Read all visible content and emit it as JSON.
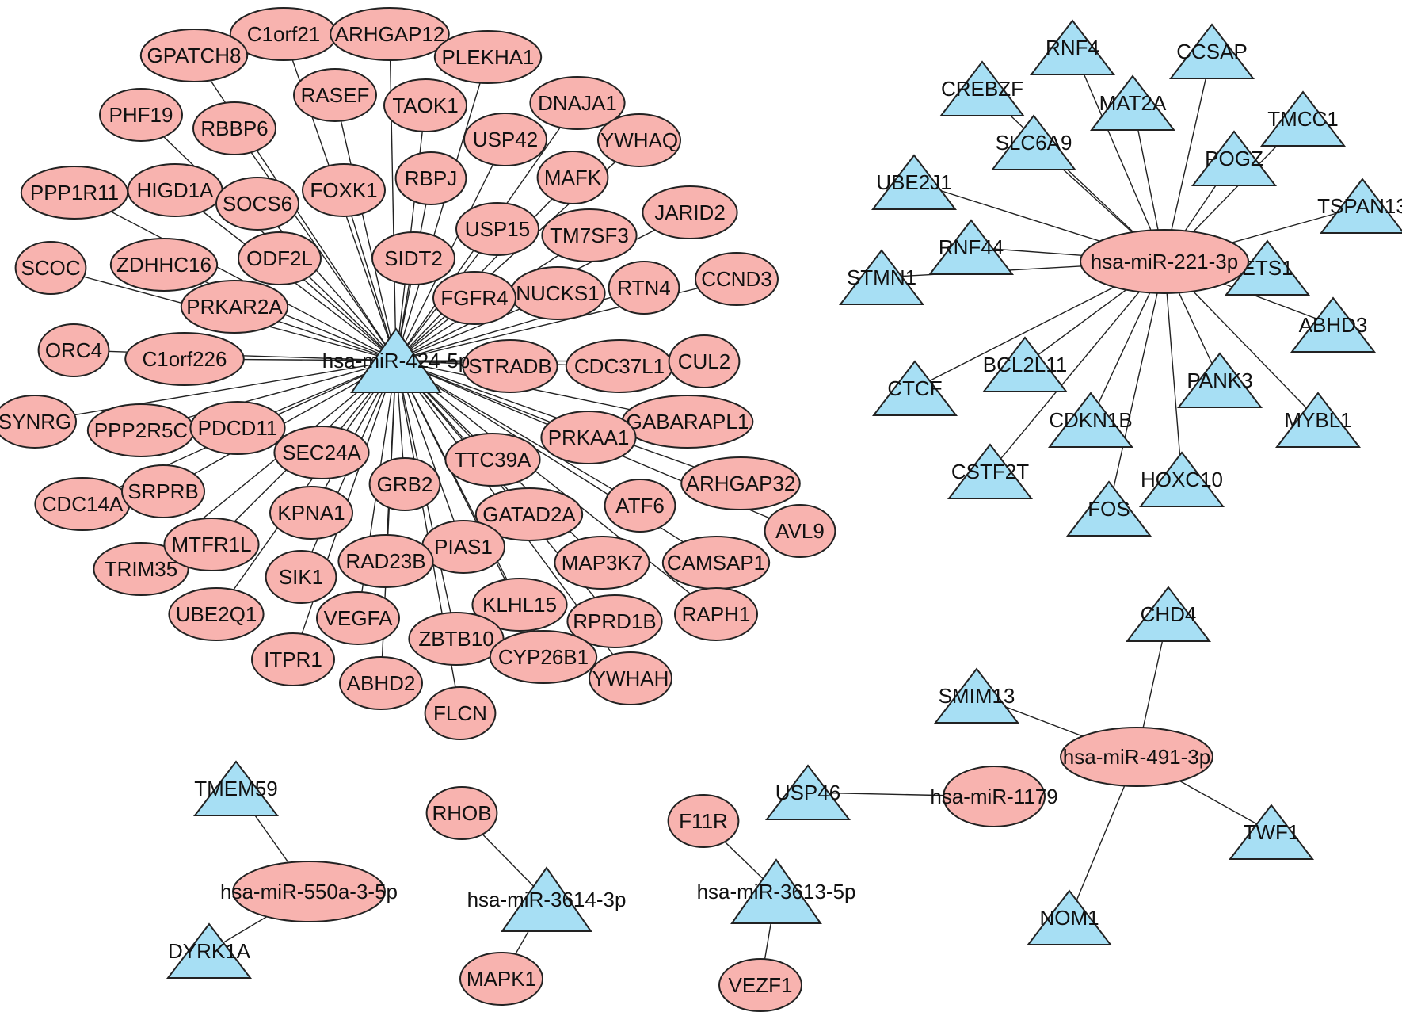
{
  "style": {
    "ellipse_fill": "#f8b3af",
    "triangle_fill": "#a7dff4",
    "stroke": "#222222",
    "edge": "#222222"
  },
  "nodes": [
    {
      "id": "m424",
      "label": "hsa-miR-424-5p",
      "shape": "triangle"
    },
    {
      "id": "m221",
      "label": "hsa-miR-221-3p",
      "shape": "ellipse"
    },
    {
      "id": "m491",
      "label": "hsa-miR-491-3p",
      "shape": "ellipse"
    },
    {
      "id": "m1179",
      "label": "hsa-miR-1179",
      "shape": "ellipse"
    },
    {
      "id": "m550",
      "label": "hsa-miR-550a-3-5p",
      "shape": "ellipse"
    },
    {
      "id": "m3614",
      "label": "hsa-miR-3614-3p",
      "shape": "triangle"
    },
    {
      "id": "m3613",
      "label": "hsa-miR-3613-5p",
      "shape": "triangle"
    },
    {
      "id": "C1orf21",
      "label": "C1orf21",
      "shape": "ellipse"
    },
    {
      "id": "ARHGAP12",
      "label": "ARHGAP12",
      "shape": "ellipse"
    },
    {
      "id": "GPATCH8",
      "label": "GPATCH8",
      "shape": "ellipse"
    },
    {
      "id": "PLEKHA1",
      "label": "PLEKHA1",
      "shape": "ellipse"
    },
    {
      "id": "PHF19",
      "label": "PHF19",
      "shape": "ellipse"
    },
    {
      "id": "RASEF",
      "label": "RASEF",
      "shape": "ellipse"
    },
    {
      "id": "TAOK1",
      "label": "TAOK1",
      "shape": "ellipse"
    },
    {
      "id": "DNAJA1",
      "label": "DNAJA1",
      "shape": "ellipse"
    },
    {
      "id": "RBBP6",
      "label": "RBBP6",
      "shape": "ellipse"
    },
    {
      "id": "USP42",
      "label": "USP42",
      "shape": "ellipse"
    },
    {
      "id": "YWHAQ",
      "label": "YWHAQ",
      "shape": "ellipse"
    },
    {
      "id": "PPP1R11",
      "label": "PPP1R11",
      "shape": "ellipse"
    },
    {
      "id": "HIGD1A",
      "label": "HIGD1A",
      "shape": "ellipse"
    },
    {
      "id": "SOCS6",
      "label": "SOCS6",
      "shape": "ellipse"
    },
    {
      "id": "FOXK1",
      "label": "FOXK1",
      "shape": "ellipse"
    },
    {
      "id": "RBPJ",
      "label": "RBPJ",
      "shape": "ellipse"
    },
    {
      "id": "MAFK",
      "label": "MAFK",
      "shape": "ellipse"
    },
    {
      "id": "JARID2",
      "label": "JARID2",
      "shape": "ellipse"
    },
    {
      "id": "USP15",
      "label": "USP15",
      "shape": "ellipse"
    },
    {
      "id": "TM7SF3",
      "label": "TM7SF3",
      "shape": "ellipse"
    },
    {
      "id": "SCOC",
      "label": "SCOC",
      "shape": "ellipse"
    },
    {
      "id": "ZDHHC16",
      "label": "ZDHHC16",
      "shape": "ellipse"
    },
    {
      "id": "ODF2L",
      "label": "ODF2L",
      "shape": "ellipse"
    },
    {
      "id": "SIDT2",
      "label": "SIDT2",
      "shape": "ellipse"
    },
    {
      "id": "CCND3",
      "label": "CCND3",
      "shape": "ellipse"
    },
    {
      "id": "RTN4",
      "label": "RTN4",
      "shape": "ellipse"
    },
    {
      "id": "NUCKS1",
      "label": "NUCKS1",
      "shape": "ellipse"
    },
    {
      "id": "FGFR4",
      "label": "FGFR4",
      "shape": "ellipse"
    },
    {
      "id": "PRKAR2A",
      "label": "PRKAR2A",
      "shape": "ellipse"
    },
    {
      "id": "ORC4",
      "label": "ORC4",
      "shape": "ellipse"
    },
    {
      "id": "C1orf226",
      "label": "C1orf226",
      "shape": "ellipse"
    },
    {
      "id": "STRADB",
      "label": "STRADB",
      "shape": "ellipse"
    },
    {
      "id": "CDC37L1",
      "label": "CDC37L1",
      "shape": "ellipse"
    },
    {
      "id": "CUL2",
      "label": "CUL2",
      "shape": "ellipse"
    },
    {
      "id": "SYNRG",
      "label": "SYNRG",
      "shape": "ellipse"
    },
    {
      "id": "PPP2R5C",
      "label": "PPP2R5C",
      "shape": "ellipse"
    },
    {
      "id": "PDCD11",
      "label": "PDCD11",
      "shape": "ellipse"
    },
    {
      "id": "SEC24A",
      "label": "SEC24A",
      "shape": "ellipse"
    },
    {
      "id": "GABARAPL1",
      "label": "GABARAPL1",
      "shape": "ellipse"
    },
    {
      "id": "PRKAA1",
      "label": "PRKAA1",
      "shape": "ellipse"
    },
    {
      "id": "TTC39A",
      "label": "TTC39A",
      "shape": "ellipse"
    },
    {
      "id": "CDC14A",
      "label": "CDC14A",
      "shape": "ellipse"
    },
    {
      "id": "SRPRB",
      "label": "SRPRB",
      "shape": "ellipse"
    },
    {
      "id": "GRB2",
      "label": "GRB2",
      "shape": "ellipse"
    },
    {
      "id": "ARHGAP32",
      "label": "ARHGAP32",
      "shape": "ellipse"
    },
    {
      "id": "KPNA1",
      "label": "KPNA1",
      "shape": "ellipse"
    },
    {
      "id": "GATAD2A",
      "label": "GATAD2A",
      "shape": "ellipse"
    },
    {
      "id": "ATF6",
      "label": "ATF6",
      "shape": "ellipse"
    },
    {
      "id": "AVL9",
      "label": "AVL9",
      "shape": "ellipse"
    },
    {
      "id": "TRIM35",
      "label": "TRIM35",
      "shape": "ellipse"
    },
    {
      "id": "MTFR1L",
      "label": "MTFR1L",
      "shape": "ellipse"
    },
    {
      "id": "PIAS1",
      "label": "PIAS1",
      "shape": "ellipse"
    },
    {
      "id": "RAD23B",
      "label": "RAD23B",
      "shape": "ellipse"
    },
    {
      "id": "MAP3K7",
      "label": "MAP3K7",
      "shape": "ellipse"
    },
    {
      "id": "CAMSAP1",
      "label": "CAMSAP1",
      "shape": "ellipse"
    },
    {
      "id": "SIK1",
      "label": "SIK1",
      "shape": "ellipse"
    },
    {
      "id": "UBE2Q1",
      "label": "UBE2Q1",
      "shape": "ellipse"
    },
    {
      "id": "VEGFA",
      "label": "VEGFA",
      "shape": "ellipse"
    },
    {
      "id": "KLHL15",
      "label": "KLHL15",
      "shape": "ellipse"
    },
    {
      "id": "RPRD1B",
      "label": "RPRD1B",
      "shape": "ellipse"
    },
    {
      "id": "RAPH1",
      "label": "RAPH1",
      "shape": "ellipse"
    },
    {
      "id": "ZBTB10",
      "label": "ZBTB10",
      "shape": "ellipse"
    },
    {
      "id": "ITPR1",
      "label": "ITPR1",
      "shape": "ellipse"
    },
    {
      "id": "CYP26B1",
      "label": "CYP26B1",
      "shape": "ellipse"
    },
    {
      "id": "ABHD2",
      "label": "ABHD2",
      "shape": "ellipse"
    },
    {
      "id": "YWHAH",
      "label": "YWHAH",
      "shape": "ellipse"
    },
    {
      "id": "FLCN",
      "label": "FLCN",
      "shape": "ellipse"
    },
    {
      "id": "RNF4",
      "label": "RNF4",
      "shape": "triangle"
    },
    {
      "id": "CCSAP",
      "label": "CCSAP",
      "shape": "triangle"
    },
    {
      "id": "CREBZF",
      "label": "CREBZF",
      "shape": "triangle"
    },
    {
      "id": "MAT2A",
      "label": "MAT2A",
      "shape": "triangle"
    },
    {
      "id": "TMCC1",
      "label": "TMCC1",
      "shape": "triangle"
    },
    {
      "id": "SLC6A9",
      "label": "SLC6A9",
      "shape": "triangle"
    },
    {
      "id": "POGZ",
      "label": "POGZ",
      "shape": "triangle"
    },
    {
      "id": "UBE2J1",
      "label": "UBE2J1",
      "shape": "triangle"
    },
    {
      "id": "TSPAN13",
      "label": "TSPAN13",
      "shape": "triangle"
    },
    {
      "id": "RNF44",
      "label": "RNF44",
      "shape": "triangle"
    },
    {
      "id": "STMN1",
      "label": "STMN1",
      "shape": "triangle"
    },
    {
      "id": "ETS1",
      "label": "ETS1",
      "shape": "triangle"
    },
    {
      "id": "ABHD3",
      "label": "ABHD3",
      "shape": "triangle"
    },
    {
      "id": "BCL2L11",
      "label": "BCL2L11",
      "shape": "triangle"
    },
    {
      "id": "CTCF",
      "label": "CTCF",
      "shape": "triangle"
    },
    {
      "id": "PANK3",
      "label": "PANK3",
      "shape": "triangle"
    },
    {
      "id": "CDKN1B",
      "label": "CDKN1B",
      "shape": "triangle"
    },
    {
      "id": "MYBL1",
      "label": "MYBL1",
      "shape": "triangle"
    },
    {
      "id": "CSTF2T",
      "label": "CSTF2T",
      "shape": "triangle"
    },
    {
      "id": "HOXC10",
      "label": "HOXC10",
      "shape": "triangle"
    },
    {
      "id": "FOS",
      "label": "FOS",
      "shape": "triangle"
    },
    {
      "id": "CHD4",
      "label": "CHD4",
      "shape": "triangle"
    },
    {
      "id": "SMIM13",
      "label": "SMIM13",
      "shape": "triangle"
    },
    {
      "id": "TWF1",
      "label": "TWF1",
      "shape": "triangle"
    },
    {
      "id": "NOM1",
      "label": "NOM1",
      "shape": "triangle"
    },
    {
      "id": "USP46",
      "label": "USP46",
      "shape": "triangle"
    },
    {
      "id": "TMEM59",
      "label": "TMEM59",
      "shape": "triangle"
    },
    {
      "id": "DYRK1A",
      "label": "DYRK1A",
      "shape": "triangle"
    },
    {
      "id": "RHOB",
      "label": "RHOB",
      "shape": "ellipse"
    },
    {
      "id": "MAPK1",
      "label": "MAPK1",
      "shape": "ellipse"
    },
    {
      "id": "F11R",
      "label": "F11R",
      "shape": "ellipse"
    },
    {
      "id": "VEZF1",
      "label": "VEZF1",
      "shape": "ellipse"
    }
  ],
  "edges": [
    [
      "m424",
      "C1orf21"
    ],
    [
      "m424",
      "ARHGAP12"
    ],
    [
      "m424",
      "GPATCH8"
    ],
    [
      "m424",
      "PLEKHA1"
    ],
    [
      "m424",
      "PHF19"
    ],
    [
      "m424",
      "RASEF"
    ],
    [
      "m424",
      "TAOK1"
    ],
    [
      "m424",
      "DNAJA1"
    ],
    [
      "m424",
      "RBBP6"
    ],
    [
      "m424",
      "USP42"
    ],
    [
      "m424",
      "YWHAQ"
    ],
    [
      "m424",
      "PPP1R11"
    ],
    [
      "m424",
      "HIGD1A"
    ],
    [
      "m424",
      "SOCS6"
    ],
    [
      "m424",
      "FOXK1"
    ],
    [
      "m424",
      "RBPJ"
    ],
    [
      "m424",
      "MAFK"
    ],
    [
      "m424",
      "JARID2"
    ],
    [
      "m424",
      "USP15"
    ],
    [
      "m424",
      "TM7SF3"
    ],
    [
      "m424",
      "SCOC"
    ],
    [
      "m424",
      "ZDHHC16"
    ],
    [
      "m424",
      "ODF2L"
    ],
    [
      "m424",
      "SIDT2"
    ],
    [
      "m424",
      "CCND3"
    ],
    [
      "m424",
      "RTN4"
    ],
    [
      "m424",
      "NUCKS1"
    ],
    [
      "m424",
      "FGFR4"
    ],
    [
      "m424",
      "PRKAR2A"
    ],
    [
      "m424",
      "ORC4"
    ],
    [
      "m424",
      "C1orf226"
    ],
    [
      "m424",
      "STRADB"
    ],
    [
      "m424",
      "CDC37L1"
    ],
    [
      "m424",
      "CUL2"
    ],
    [
      "m424",
      "SYNRG"
    ],
    [
      "m424",
      "PPP2R5C"
    ],
    [
      "m424",
      "PDCD11"
    ],
    [
      "m424",
      "SEC24A"
    ],
    [
      "m424",
      "GABARAPL1"
    ],
    [
      "m424",
      "PRKAA1"
    ],
    [
      "m424",
      "TTC39A"
    ],
    [
      "m424",
      "CDC14A"
    ],
    [
      "m424",
      "SRPRB"
    ],
    [
      "m424",
      "GRB2"
    ],
    [
      "m424",
      "ARHGAP32"
    ],
    [
      "m424",
      "KPNA1"
    ],
    [
      "m424",
      "GATAD2A"
    ],
    [
      "m424",
      "ATF6"
    ],
    [
      "m424",
      "AVL9"
    ],
    [
      "m424",
      "TRIM35"
    ],
    [
      "m424",
      "MTFR1L"
    ],
    [
      "m424",
      "PIAS1"
    ],
    [
      "m424",
      "RAD23B"
    ],
    [
      "m424",
      "MAP3K7"
    ],
    [
      "m424",
      "CAMSAP1"
    ],
    [
      "m424",
      "SIK1"
    ],
    [
      "m424",
      "UBE2Q1"
    ],
    [
      "m424",
      "VEGFA"
    ],
    [
      "m424",
      "KLHL15"
    ],
    [
      "m424",
      "RPRD1B"
    ],
    [
      "m424",
      "RAPH1"
    ],
    [
      "m424",
      "ZBTB10"
    ],
    [
      "m424",
      "ITPR1"
    ],
    [
      "m424",
      "CYP26B1"
    ],
    [
      "m424",
      "ABHD2"
    ],
    [
      "m424",
      "YWHAH"
    ],
    [
      "m424",
      "FLCN"
    ],
    [
      "m221",
      "RNF4"
    ],
    [
      "m221",
      "CCSAP"
    ],
    [
      "m221",
      "CREBZF"
    ],
    [
      "m221",
      "MAT2A"
    ],
    [
      "m221",
      "TMCC1"
    ],
    [
      "m221",
      "SLC6A9"
    ],
    [
      "m221",
      "POGZ"
    ],
    [
      "m221",
      "UBE2J1"
    ],
    [
      "m221",
      "TSPAN13"
    ],
    [
      "m221",
      "RNF44"
    ],
    [
      "m221",
      "STMN1"
    ],
    [
      "m221",
      "ETS1"
    ],
    [
      "m221",
      "ABHD3"
    ],
    [
      "m221",
      "BCL2L11"
    ],
    [
      "m221",
      "CTCF"
    ],
    [
      "m221",
      "PANK3"
    ],
    [
      "m221",
      "CDKN1B"
    ],
    [
      "m221",
      "MYBL1"
    ],
    [
      "m221",
      "CSTF2T"
    ],
    [
      "m221",
      "HOXC10"
    ],
    [
      "m221",
      "FOS"
    ],
    [
      "m491",
      "CHD4"
    ],
    [
      "m491",
      "SMIM13"
    ],
    [
      "m491",
      "TWF1"
    ],
    [
      "m491",
      "NOM1"
    ],
    [
      "m1179",
      "USP46"
    ],
    [
      "m550",
      "TMEM59"
    ],
    [
      "m550",
      "DYRK1A"
    ],
    [
      "m3614",
      "RHOB"
    ],
    [
      "m3614",
      "MAPK1"
    ],
    [
      "m3613",
      "F11R"
    ],
    [
      "m3613",
      "VEZF1"
    ]
  ]
}
